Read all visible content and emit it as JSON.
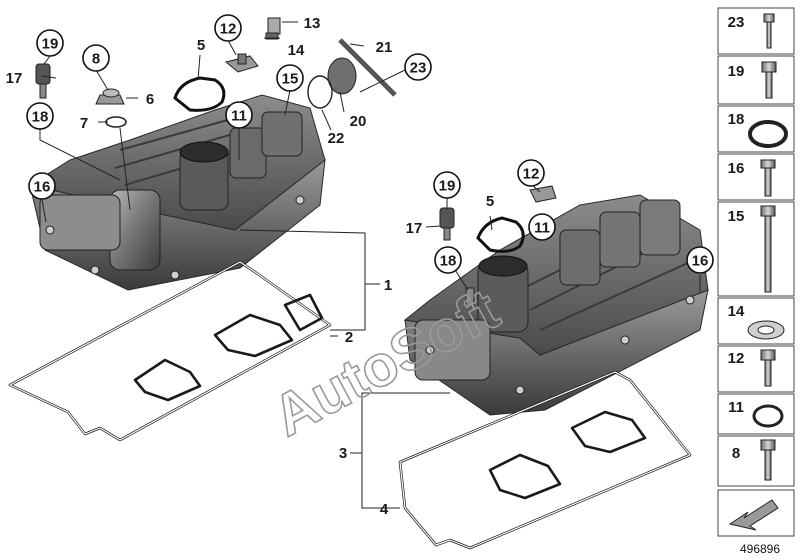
{
  "diagram": {
    "reference_number": "496896",
    "watermark": "AutoSoft",
    "callouts_left": {
      "c19": "19",
      "c17": "17",
      "c8": "8",
      "c6": "6",
      "c18": "18",
      "c7": "7",
      "c5": "5",
      "c12": "12",
      "c13": "13",
      "c14": "14",
      "c21": "21",
      "c15": "15",
      "c23": "23",
      "c11": "11",
      "c20": "20",
      "c22": "22",
      "c16": "16"
    },
    "callouts_right": {
      "c19": "19",
      "c17": "17",
      "c5": "5",
      "c12": "12",
      "c11": "11",
      "c18": "18",
      "c16": "16"
    },
    "callouts_gasket": {
      "c1": "1",
      "c2": "2",
      "c3": "3",
      "c4": "4"
    },
    "sidebar_items": [
      "23",
      "19",
      "18",
      "16",
      "15",
      "14",
      "12",
      "11",
      "8"
    ]
  }
}
